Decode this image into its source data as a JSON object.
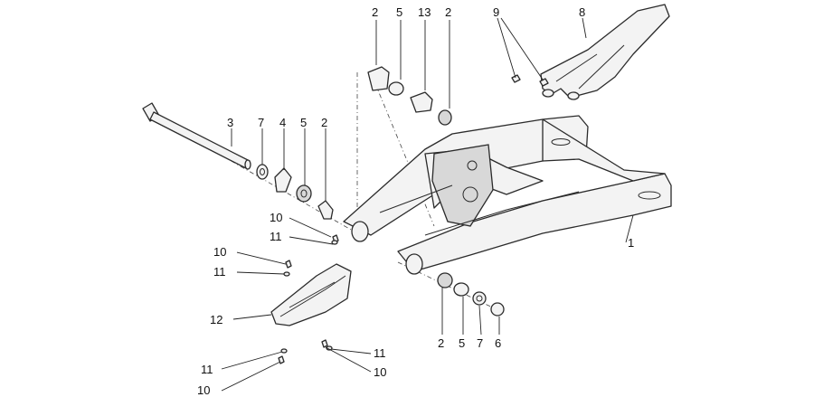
{
  "callouts": {
    "top_2a": "2",
    "top_5": "5",
    "top_13": "13",
    "top_2b": "2",
    "top_9": "9",
    "top_8": "8",
    "left_3": "3",
    "left_7": "7",
    "left_4": "4",
    "left_5": "5",
    "left_2": "2",
    "mid_10": "10",
    "mid_11": "11",
    "side_10": "10",
    "side_11": "11",
    "side_12": "12",
    "bottom_11a": "11",
    "bottom_10a": "10",
    "bottom_11b": "11",
    "bottom_10b": "10",
    "right_1": "1",
    "bot_2": "2",
    "bot_5": "5",
    "bot_7": "7",
    "bot_6": "6"
  }
}
